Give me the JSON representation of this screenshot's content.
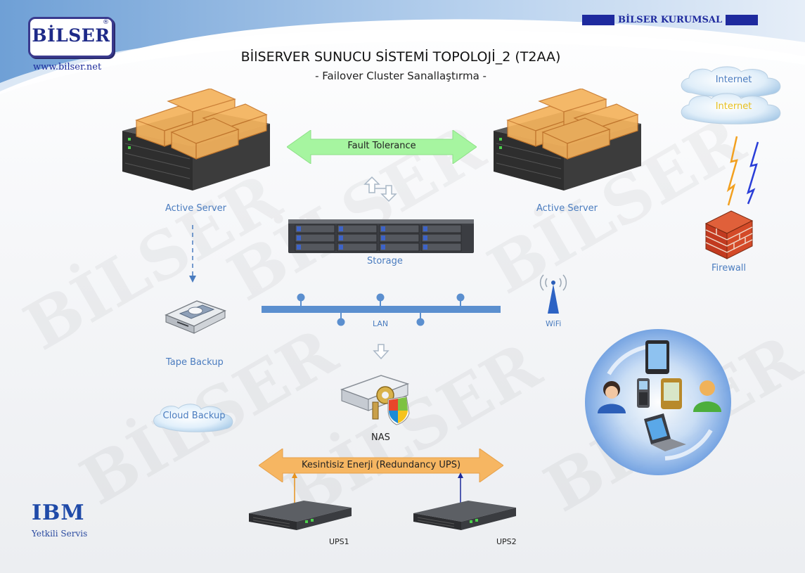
{
  "header": {
    "title": "BİlSERVER SUNUCU SİSTEMİ TOPOLOJİ_2 (T2AA)",
    "subtitle": "- Failover Cluster Sanallaştırma -",
    "brand": "BİLSER",
    "registered": "®",
    "website": "www.bilser.net",
    "corporate": "BİLSER KURUMSAL"
  },
  "watermark": "BİLSER",
  "nodes": {
    "server_left": "Active Server",
    "server_right": "Active Server",
    "storage": "Storage",
    "lan": "LAN",
    "wifi": "WiFi",
    "tape_backup": "Tape Backup",
    "cloud_backup": "Cloud Backup",
    "nas": "NAS",
    "firewall": "Firewall",
    "internet_1": "Internet",
    "internet_2": "Internet",
    "ups1": "UPS1",
    "ups2": "UPS2"
  },
  "connectors": {
    "fault_tolerance": "Fault Tolerance",
    "ups_redundancy": "Kesintisiz Enerji (Redundancy UPS)"
  },
  "footer": {
    "partner_logo": "IBM",
    "partner_text": "Yetkili Servis"
  },
  "colors": {
    "label_blue": "#4a7cbf",
    "brand_navy": "#1e2a88",
    "fault_arrow": "#a6f5a0",
    "ups_arrow": "#f6b662",
    "lan_bar": "#5b8fcf",
    "internet_yellow": "#e8c020"
  }
}
